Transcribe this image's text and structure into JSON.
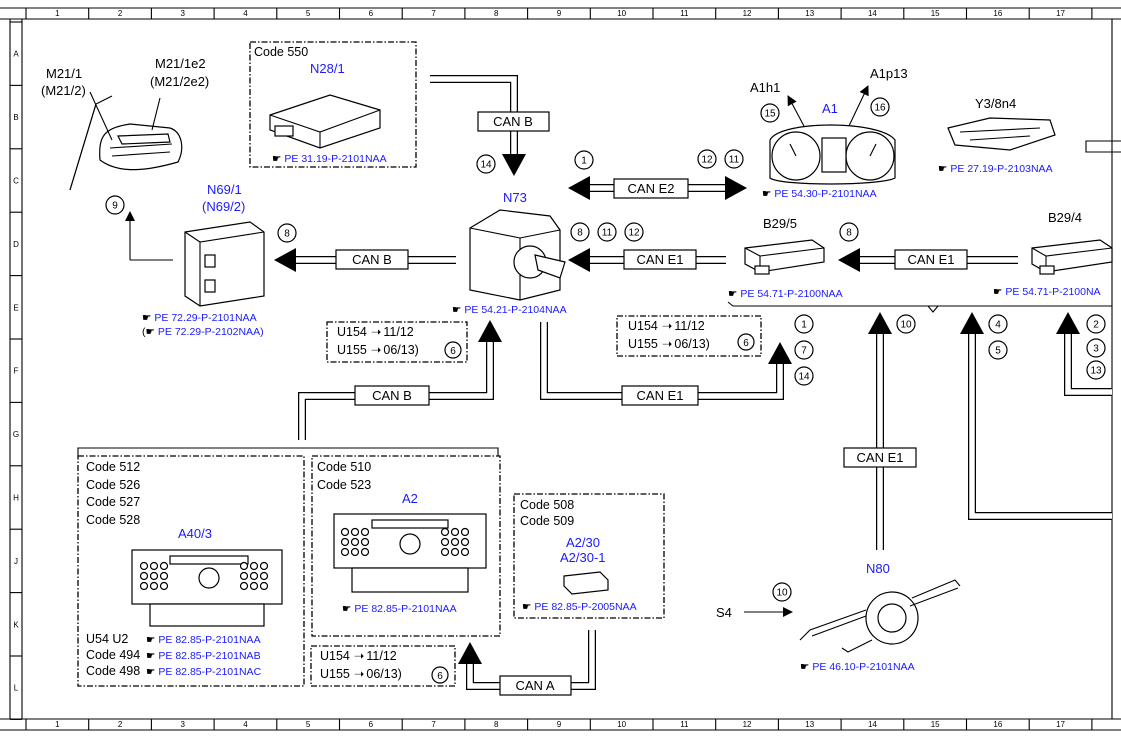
{
  "grid": {
    "columns": [
      "1",
      "2",
      "3",
      "4",
      "5",
      "6",
      "7",
      "8",
      "9",
      "10",
      "11",
      "12",
      "13",
      "14",
      "15",
      "16",
      "17"
    ],
    "rows": [
      "A",
      "B",
      "C",
      "D",
      "E",
      "F",
      "G",
      "H",
      "J",
      "K",
      "L"
    ]
  },
  "colors": {
    "component_label": "#1a1aff",
    "line": "#000000"
  },
  "ref_icon": "pointing-hand-icon",
  "components": {
    "m21": {
      "line1": "M21/1",
      "line2": "(M21/2)"
    },
    "m21e": {
      "line1": "M21/1e2",
      "line2": "(M21/2e2)"
    },
    "n28": {
      "code": "Code 550",
      "label": "N28/1",
      "ref": "PE 31.19-P-2101NAA"
    },
    "n69": {
      "line1": "N69/1",
      "line2": "(N69/2)",
      "ref1": "PE 72.29-P-2101NAA",
      "ref2_open": "(",
      "ref2": "PE 72.29-P-2102NAA)"
    },
    "n73": {
      "label": "N73",
      "ref": "PE 54.21-P-2104NAA"
    },
    "a1": {
      "label": "A1",
      "h1": "A1h1",
      "p13": "A1p13",
      "ref": "PE 54.30-P-2101NAA"
    },
    "y3": {
      "label": "Y3/8n4",
      "ref": "PE 27.19-P-2103NAA"
    },
    "b29_5": {
      "label": "B29/5",
      "ref": "PE 54.71-P-2100NAA"
    },
    "b29_4": {
      "label": "B29/4",
      "ref": "PE 54.71-P-2100NA"
    },
    "a40": {
      "codes": [
        "Code 512",
        "Code 526",
        "Code 527",
        "Code 528"
      ],
      "label": "A40/3",
      "variants": [
        {
          "left": "U54   U2",
          "ref": "PE 82.85-P-2101NAA"
        },
        {
          "left": "Code 494",
          "ref": "PE 82.85-P-2101NAB"
        },
        {
          "left": "Code 498",
          "ref": "PE 82.85-P-2101NAC"
        }
      ]
    },
    "a2": {
      "codes": [
        "Code 510",
        "Code 523"
      ],
      "label": "A2",
      "ref": "PE 82.85-P-2101NAA"
    },
    "a2_30": {
      "codes": [
        "Code 508",
        "Code 509"
      ],
      "line1": "A2/30",
      "line2": "A2/30-1",
      "ref": "PE 82.85-P-2005NAA"
    },
    "n80": {
      "label": "N80",
      "ref": "PE 46.10-P-2101NAA"
    },
    "s4": {
      "label": "S4"
    }
  },
  "buses": {
    "can_b_top": "CAN B",
    "can_e2": "CAN E2",
    "can_b_n69": "CAN B",
    "can_e1_n73": "CAN E1",
    "can_e1_b29": "CAN E1",
    "can_b_low": "CAN B",
    "can_e1_low": "CAN E1",
    "can_e1_vert": "CAN E1",
    "can_a": "CAN A"
  },
  "notes": {
    "n73": {
      "l1": "U154",
      "l1v": "11/12",
      "l2": "U155",
      "l2v": "06/13)",
      "num": "6"
    },
    "mid": {
      "l1": "U154",
      "l1v": "11/12",
      "l2": "U155",
      "l2v": "06/13)",
      "num": "6"
    },
    "low": {
      "l1": "U154",
      "l1v": "11/12",
      "l2": "U155",
      "l2v": "06/13)",
      "num": "6"
    }
  },
  "callouts": {
    "c9": "9",
    "c8a": "8",
    "c14a": "14",
    "c1a": "1",
    "c12a": "12",
    "c11a": "11",
    "c15": "15",
    "c16": "16",
    "c8b": "8",
    "c11b": "11",
    "c12b": "12",
    "c8c": "8",
    "c1b": "1",
    "c7": "7",
    "c14b": "14",
    "c10a": "10",
    "c4": "4",
    "c5": "5",
    "c2": "2",
    "c3": "3",
    "c13": "13",
    "c10b": "10"
  }
}
